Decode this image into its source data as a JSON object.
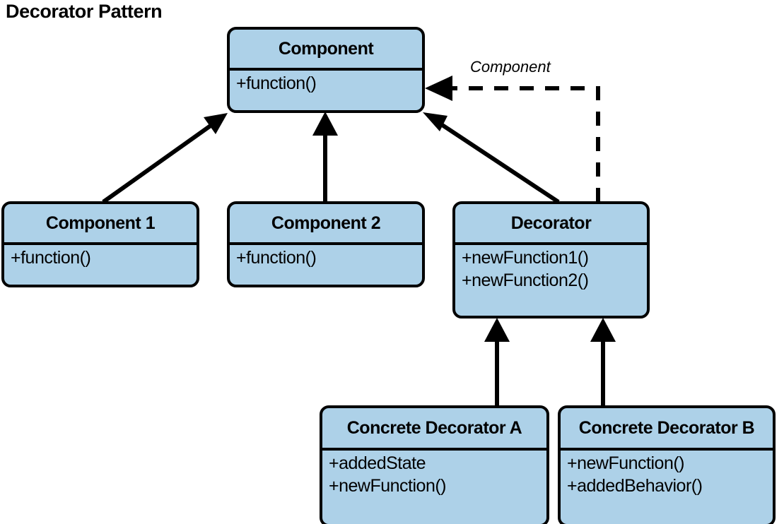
{
  "diagram": {
    "title": "Decorator Pattern",
    "type": "uml-class-diagram",
    "colors": {
      "class_fill": "#add1e8",
      "stroke": "#000000",
      "background": "#ffffff"
    }
  },
  "classes": [
    {
      "id": "component",
      "name": "Component",
      "members": [
        "+function()"
      ]
    },
    {
      "id": "component1",
      "name": "Component 1",
      "members": [
        "+function()"
      ]
    },
    {
      "id": "component2",
      "name": "Component 2",
      "members": [
        "+function()"
      ]
    },
    {
      "id": "decorator",
      "name": "Decorator",
      "members": [
        "+newFunction1()",
        "+newFunction2()"
      ]
    },
    {
      "id": "concrete-a",
      "name": "Concrete Decorator A",
      "members": [
        "+addedState",
        "+newFunction()"
      ]
    },
    {
      "id": "concrete-b",
      "name": "Concrete Decorator B",
      "members": [
        "+newFunction()",
        "+addedBehavior()"
      ]
    }
  ],
  "edges": [
    {
      "id": "component1-to-component",
      "from": "component1",
      "to": "component",
      "style": "solid",
      "arrow": "filled-triangle",
      "label": ""
    },
    {
      "id": "component2-to-component",
      "from": "component2",
      "to": "component",
      "style": "solid",
      "arrow": "filled-triangle",
      "label": ""
    },
    {
      "id": "decorator-to-component",
      "from": "decorator",
      "to": "component",
      "style": "solid",
      "arrow": "filled-triangle",
      "label": ""
    },
    {
      "id": "decorator-has-component",
      "from": "decorator",
      "to": "component",
      "style": "dashed",
      "arrow": "filled-triangle",
      "label": "Component"
    },
    {
      "id": "concrete-a-to-decorator",
      "from": "concrete-a",
      "to": "decorator",
      "style": "solid",
      "arrow": "filled-triangle",
      "label": ""
    },
    {
      "id": "concrete-b-to-decorator",
      "from": "concrete-b",
      "to": "decorator",
      "style": "solid",
      "arrow": "filled-triangle",
      "label": ""
    }
  ]
}
